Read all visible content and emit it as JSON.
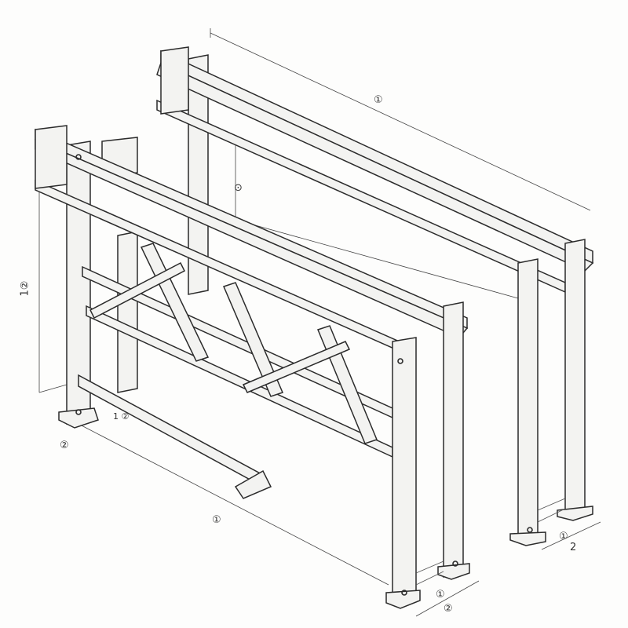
{
  "drawing": {
    "labels": {
      "top_beam_length": "①",
      "back_height": "⊙",
      "front_height": "1②",
      "left_note": "②",
      "front_length": "①",
      "front_depth_a": "①",
      "front_depth_b": "②",
      "back_depth_a": "①",
      "back_depth_b": "2",
      "base_note": "1 ②"
    },
    "colors": {
      "ink": "#2b2b2b",
      "paper": "#fdfdfc"
    }
  }
}
